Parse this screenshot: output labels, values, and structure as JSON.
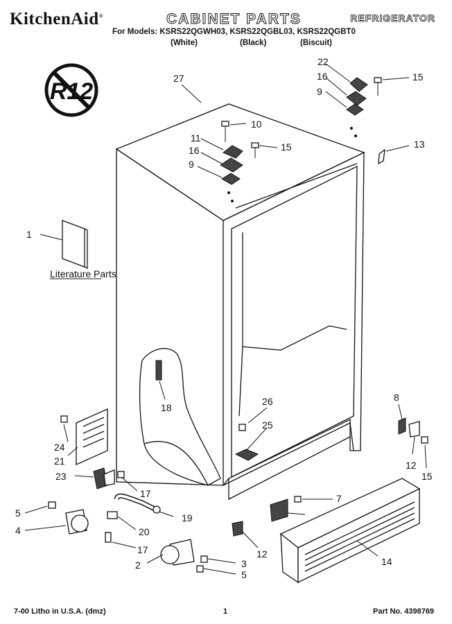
{
  "header": {
    "brand": "KitchenAid",
    "brand_mark": "®",
    "title": "CABINET PARTS",
    "product": "REFRIGERATOR",
    "models_line": "For Models: KSRS22QGWH03, KSRS22QGBL03, KSRS22QGBT0",
    "colors": [
      "(White)",
      "(Black)",
      "(Biscuit)"
    ]
  },
  "diagram": {
    "badge_text": "R12",
    "literature_label": "Literature Parts",
    "callouts": [
      "1",
      "2",
      "3",
      "4",
      "5",
      "5",
      "7",
      "8",
      "9",
      "9",
      "10",
      "11",
      "12",
      "12",
      "13",
      "14",
      "15",
      "15",
      "15",
      "16",
      "16",
      "17",
      "17",
      "18",
      "19",
      "20",
      "21",
      "22",
      "23",
      "24",
      "25",
      "26",
      "27"
    ]
  },
  "footer": {
    "left": "7-00 Litho in U.S.A. (dmz)",
    "page": "1",
    "part_no": "Part No. 4398769"
  },
  "colors": {
    "ink": "#111111",
    "paper": "#ffffff"
  }
}
